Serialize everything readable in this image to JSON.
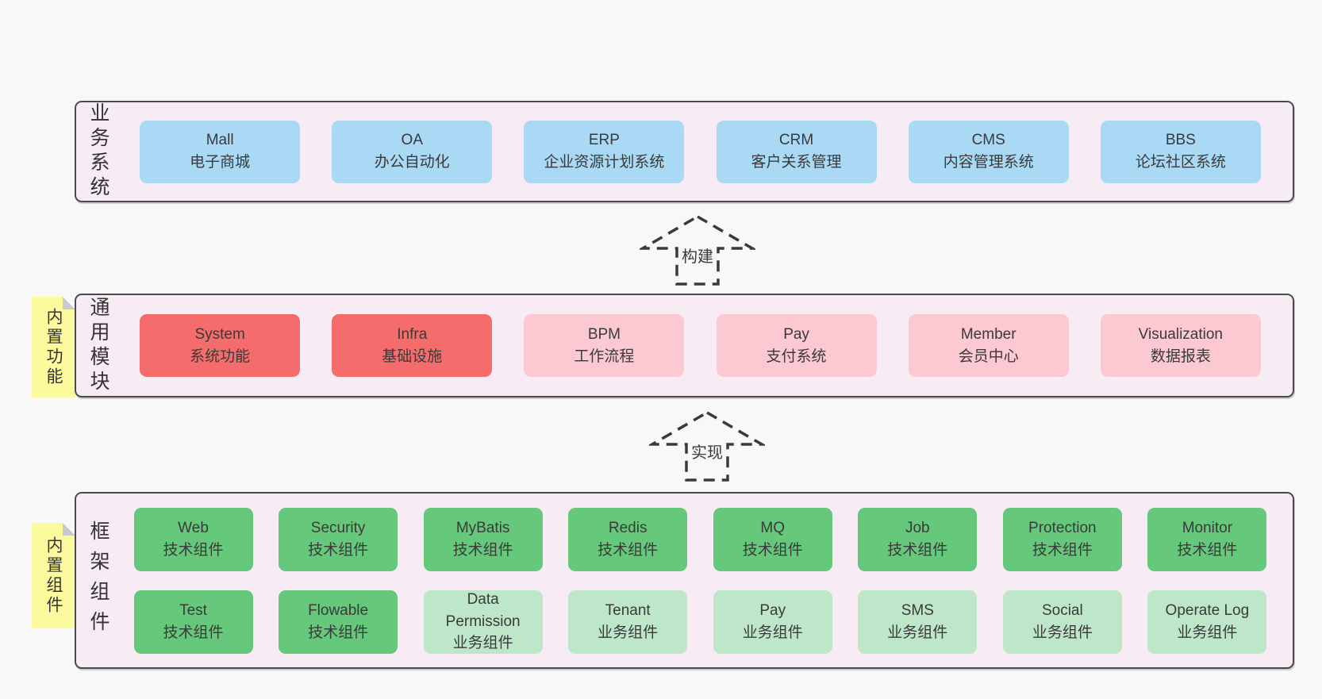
{
  "colors": {
    "page-bg": "#f8f8f8",
    "layer-bg": "#f8ecf4",
    "layer-border": "#4a4a4a",
    "blue": "#a9d9f4",
    "red": "#f56c6c",
    "pink": "#fcc8d2",
    "green": "#65c87b",
    "lightgreen": "#bee7c9",
    "note-yellow": "#fbfa9d",
    "note-fold": "#c9c9c9",
    "text": "#3a3a3a"
  },
  "layers": {
    "business": {
      "label": "业务系统",
      "boxes": [
        {
          "name": "Mall",
          "desc": "电子商城",
          "variant": "blue"
        },
        {
          "name": "OA",
          "desc": "办公自动化",
          "variant": "blue"
        },
        {
          "name": "ERP",
          "desc": "企业资源计划系统",
          "variant": "blue"
        },
        {
          "name": "CRM",
          "desc": "客户关系管理",
          "variant": "blue"
        },
        {
          "name": "CMS",
          "desc": "内容管理系统",
          "variant": "blue"
        },
        {
          "name": "BBS",
          "desc": "论坛社区系统",
          "variant": "blue"
        }
      ]
    },
    "modules": {
      "label": "通用模块",
      "note": "内置功能",
      "boxes": [
        {
          "name": "System",
          "desc": "系统功能",
          "variant": "red"
        },
        {
          "name": "Infra",
          "desc": "基础设施",
          "variant": "red"
        },
        {
          "name": "BPM",
          "desc": "工作流程",
          "variant": "pink"
        },
        {
          "name": "Pay",
          "desc": "支付系统",
          "variant": "pink"
        },
        {
          "name": "Member",
          "desc": "会员中心",
          "variant": "pink"
        },
        {
          "name": "Visualization",
          "desc": "数据报表",
          "variant": "pink"
        }
      ]
    },
    "framework": {
      "label": "框架组件",
      "note": "内置组件",
      "rows": [
        [
          {
            "name": "Web",
            "desc": "技术组件",
            "variant": "green"
          },
          {
            "name": "Security",
            "desc": "技术组件",
            "variant": "green"
          },
          {
            "name": "MyBatis",
            "desc": "技术组件",
            "variant": "green"
          },
          {
            "name": "Redis",
            "desc": "技术组件",
            "variant": "green"
          },
          {
            "name": "MQ",
            "desc": "技术组件",
            "variant": "green"
          },
          {
            "name": "Job",
            "desc": "技术组件",
            "variant": "green"
          },
          {
            "name": "Protection",
            "desc": "技术组件",
            "variant": "green"
          },
          {
            "name": "Monitor",
            "desc": "技术组件",
            "variant": "green"
          }
        ],
        [
          {
            "name": "Test",
            "desc": "技术组件",
            "variant": "green"
          },
          {
            "name": "Flowable",
            "desc": "技术组件",
            "variant": "green"
          },
          {
            "name": "Data Permission",
            "desc": "业务组件",
            "variant": "lightgreen"
          },
          {
            "name": "Tenant",
            "desc": "业务组件",
            "variant": "lightgreen"
          },
          {
            "name": "Pay",
            "desc": "业务组件",
            "variant": "lightgreen"
          },
          {
            "name": "SMS",
            "desc": "业务组件",
            "variant": "lightgreen"
          },
          {
            "name": "Social",
            "desc": "业务组件",
            "variant": "lightgreen"
          },
          {
            "name": "Operate Log",
            "desc": "业务组件",
            "variant": "lightgreen"
          }
        ]
      ]
    }
  },
  "arrows": {
    "build": {
      "label": "构建"
    },
    "implement": {
      "label": "实现"
    }
  }
}
